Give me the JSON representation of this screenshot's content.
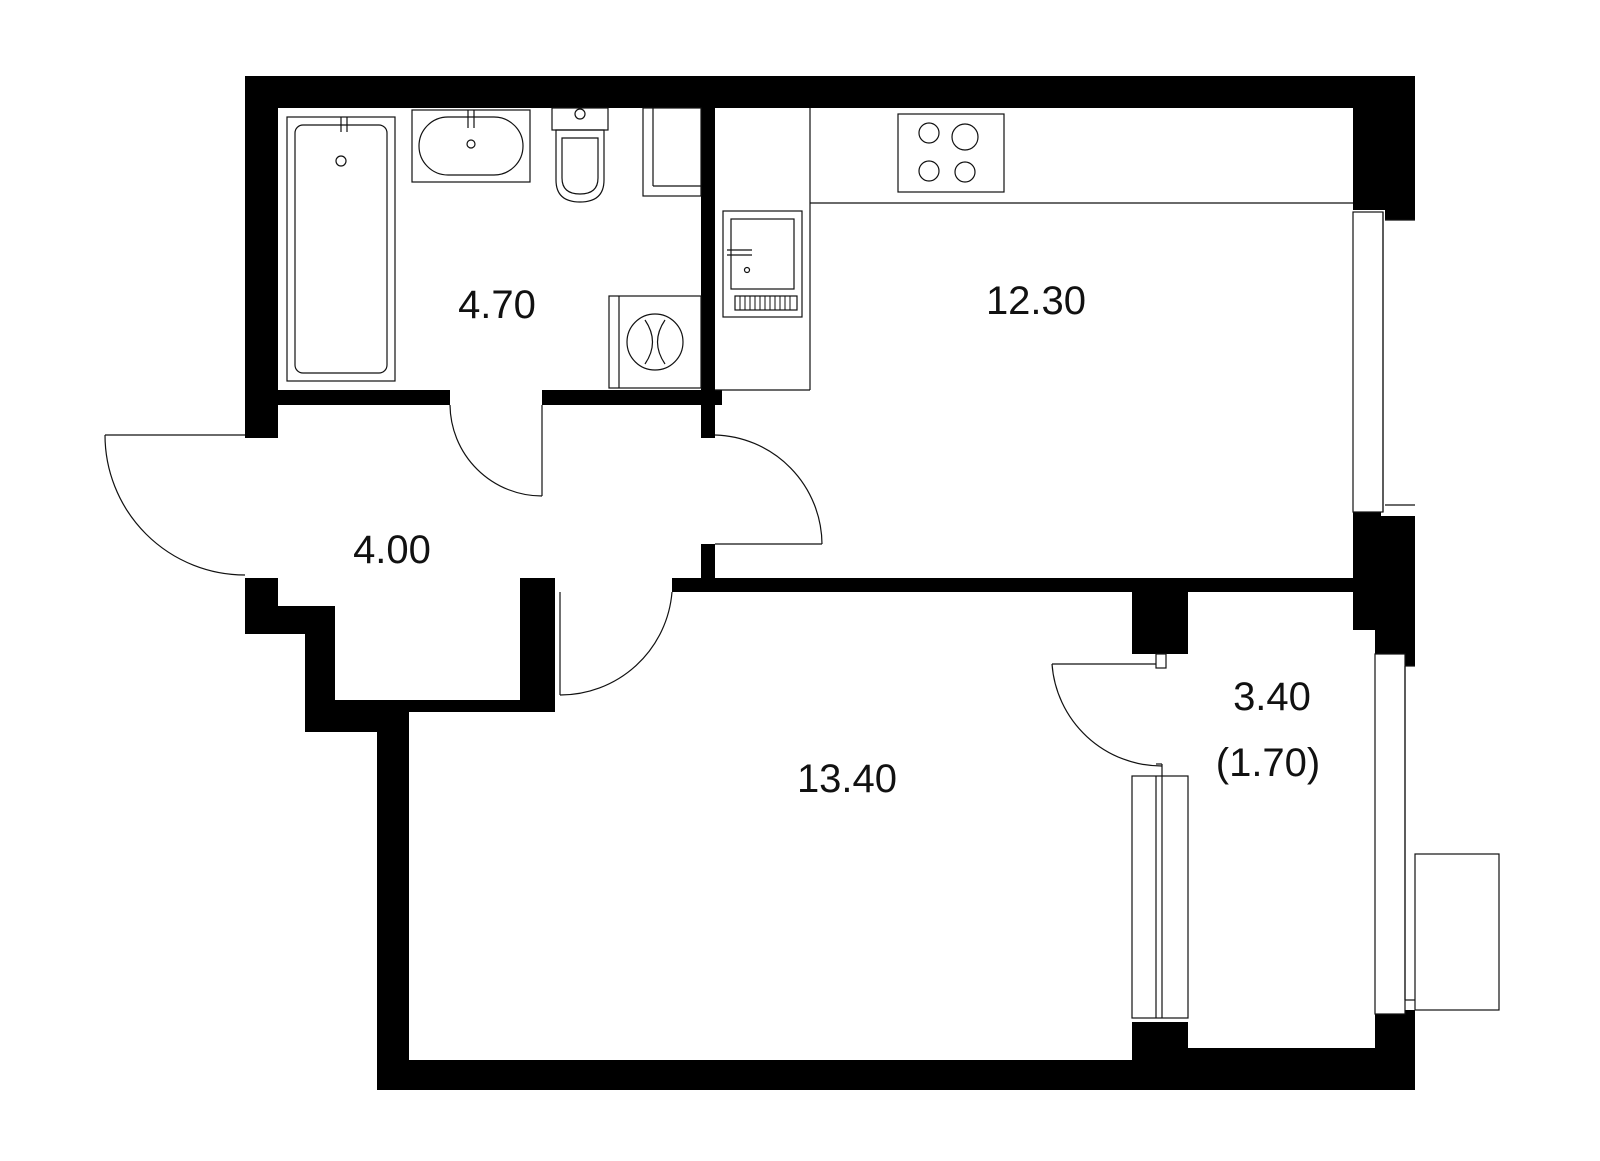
{
  "rooms": {
    "bathroom": {
      "area": "4.70"
    },
    "kitchen": {
      "area": "12.30"
    },
    "hallway": {
      "area": "4.00"
    },
    "living_room": {
      "area": "13.40"
    },
    "balcony": {
      "area": "3.40",
      "area_reduced": "(1.70)"
    }
  },
  "colors": {
    "wall": "#000000",
    "background": "#ffffff",
    "line": "#111111"
  }
}
